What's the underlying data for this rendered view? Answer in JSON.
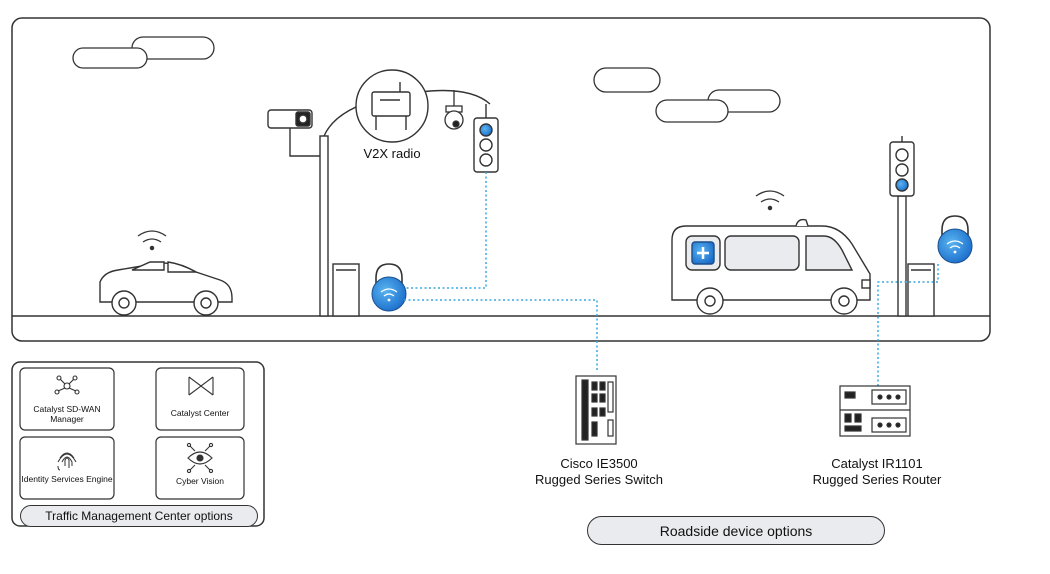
{
  "street": {
    "v2x_label": "V2X radio"
  },
  "tmc": {
    "options_label": "Traffic Management Center options",
    "tiles": [
      {
        "icon": "network-icon",
        "label": "Catalyst SD-WAN Manager"
      },
      {
        "icon": "bowtie-icon",
        "label": "Catalyst Center"
      },
      {
        "icon": "fingerprint-icon",
        "label": "Identity Services Engine"
      },
      {
        "icon": "eye-icon",
        "label": "Cyber Vision"
      }
    ]
  },
  "devices": {
    "switch_line1": "Cisco IE3500",
    "switch_line2": "Rugged Series Switch",
    "router_line1": "Catalyst IR1101",
    "router_line2": "Rugged Series Router",
    "options_label": "Roadside device options"
  },
  "colors": {
    "accent": "#1e8fe1",
    "link": "#39a8e0",
    "outline": "#333333",
    "fill": "#e9ebee"
  }
}
